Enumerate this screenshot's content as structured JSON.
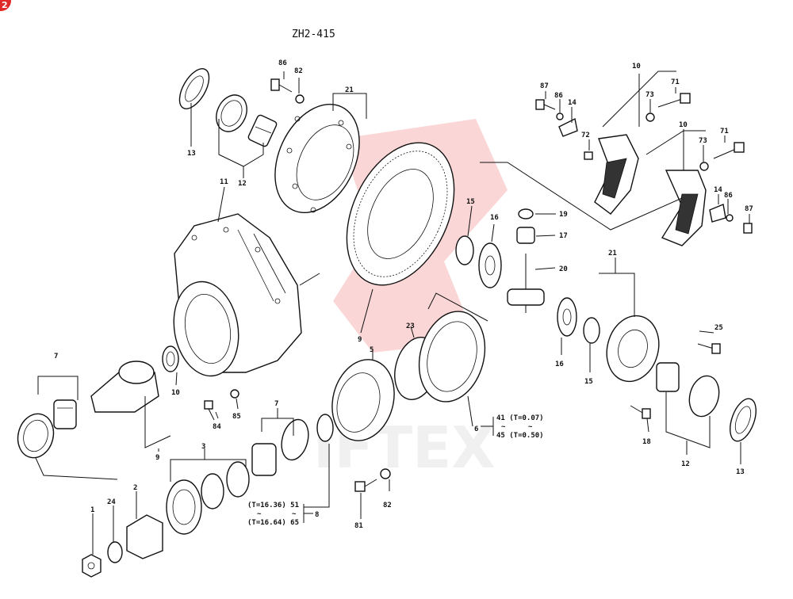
{
  "title": "ZH2-415",
  "watermark": {
    "text": "IFTEX",
    "color": "#f2a3a3"
  },
  "badge": {
    "text": "2",
    "color": "#e02a2a"
  },
  "callouts": {
    "c1": "1",
    "c2": "2",
    "c3": "3",
    "c5": "5",
    "c6": "6",
    "c7a": "7",
    "c7b": "7",
    "c8": "8",
    "c9a": "9",
    "c9b": "9",
    "c10a": "10",
    "c10b": "10",
    "c10c": "10",
    "c11": "11",
    "c12a": "12",
    "c12b": "12",
    "c13a": "13",
    "c13b": "13",
    "c14a": "14",
    "c14b": "14",
    "c15a": "15",
    "c15b": "15",
    "c16a": "16",
    "c16b": "16",
    "c17": "17",
    "c18": "18",
    "c19": "19",
    "c20": "20",
    "c21a": "21",
    "c21b": "21",
    "c23": "23",
    "c24": "24",
    "c25": "25",
    "c71a": "71",
    "c71b": "71",
    "c72": "72",
    "c73a": "73",
    "c73b": "73",
    "c81": "81",
    "c82a": "82",
    "c82b": "82",
    "c84": "84",
    "c85": "85",
    "c86a": "86",
    "c86b": "86",
    "c86c": "86",
    "c87a": "87",
    "c87b": "87"
  },
  "notes": {
    "n6a": "41 (T=0.07)",
    "n6b": "45 (T=0.50)",
    "n8a": "(T=16.36) 51",
    "n8b": "(T=16.64) 65",
    "tilde": "~"
  }
}
